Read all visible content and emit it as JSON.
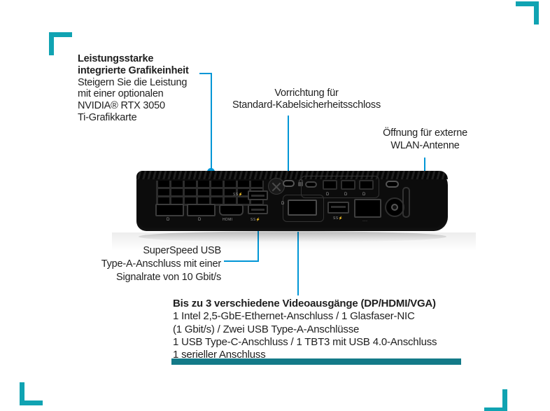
{
  "colors": {
    "leader_blue": "#0096d6",
    "teal_bar": "#137a88",
    "corner_teal": "#10a3b2",
    "text": "#1f1f1f",
    "background": "#ffffff",
    "device_black": "#0c0c0c"
  },
  "annotations": {
    "graphics": {
      "l1": "Leistungsstarke",
      "l2": "integrierte Grafikeinheit",
      "l3": "Steigern Sie die Leistung",
      "l4": "mit einer optionalen",
      "l5": "NVIDIA® RTX 3050",
      "l6": "Ti-Grafikkarte"
    },
    "lock": {
      "l1": "Vorrichtung für",
      "l2": "Standard-Kabelsicherheitsschloss"
    },
    "wlan": {
      "l1": "Öffnung für externe",
      "l2": "WLAN-Antenne"
    },
    "usb": {
      "l1": "SuperSpeed USB",
      "l2": "Type-A-Anschluss mit einer",
      "l3": "Signalrate von 10 Gbit/s"
    },
    "io": {
      "l1": "Bis zu 3 verschiedene Videoausgänge (DP/HDMI/VGA)",
      "l2": "1 Intel 2,5-GbE-Ethernet-Anschluss / 1 Glasfaser-NIC",
      "l3": "(1 Gbit/s) / Zwei USB Type-A-Anschlüsse",
      "l4": "1 USB Type-C-Anschluss / 1 TBT3 mit USB 4.0-Anschluss",
      "l5": "1 serieller Anschluss"
    }
  },
  "device": {
    "labels": {
      "dp": "D",
      "hdmi": "HDMI",
      "ss": "SS⚡",
      "eth": "···"
    }
  }
}
